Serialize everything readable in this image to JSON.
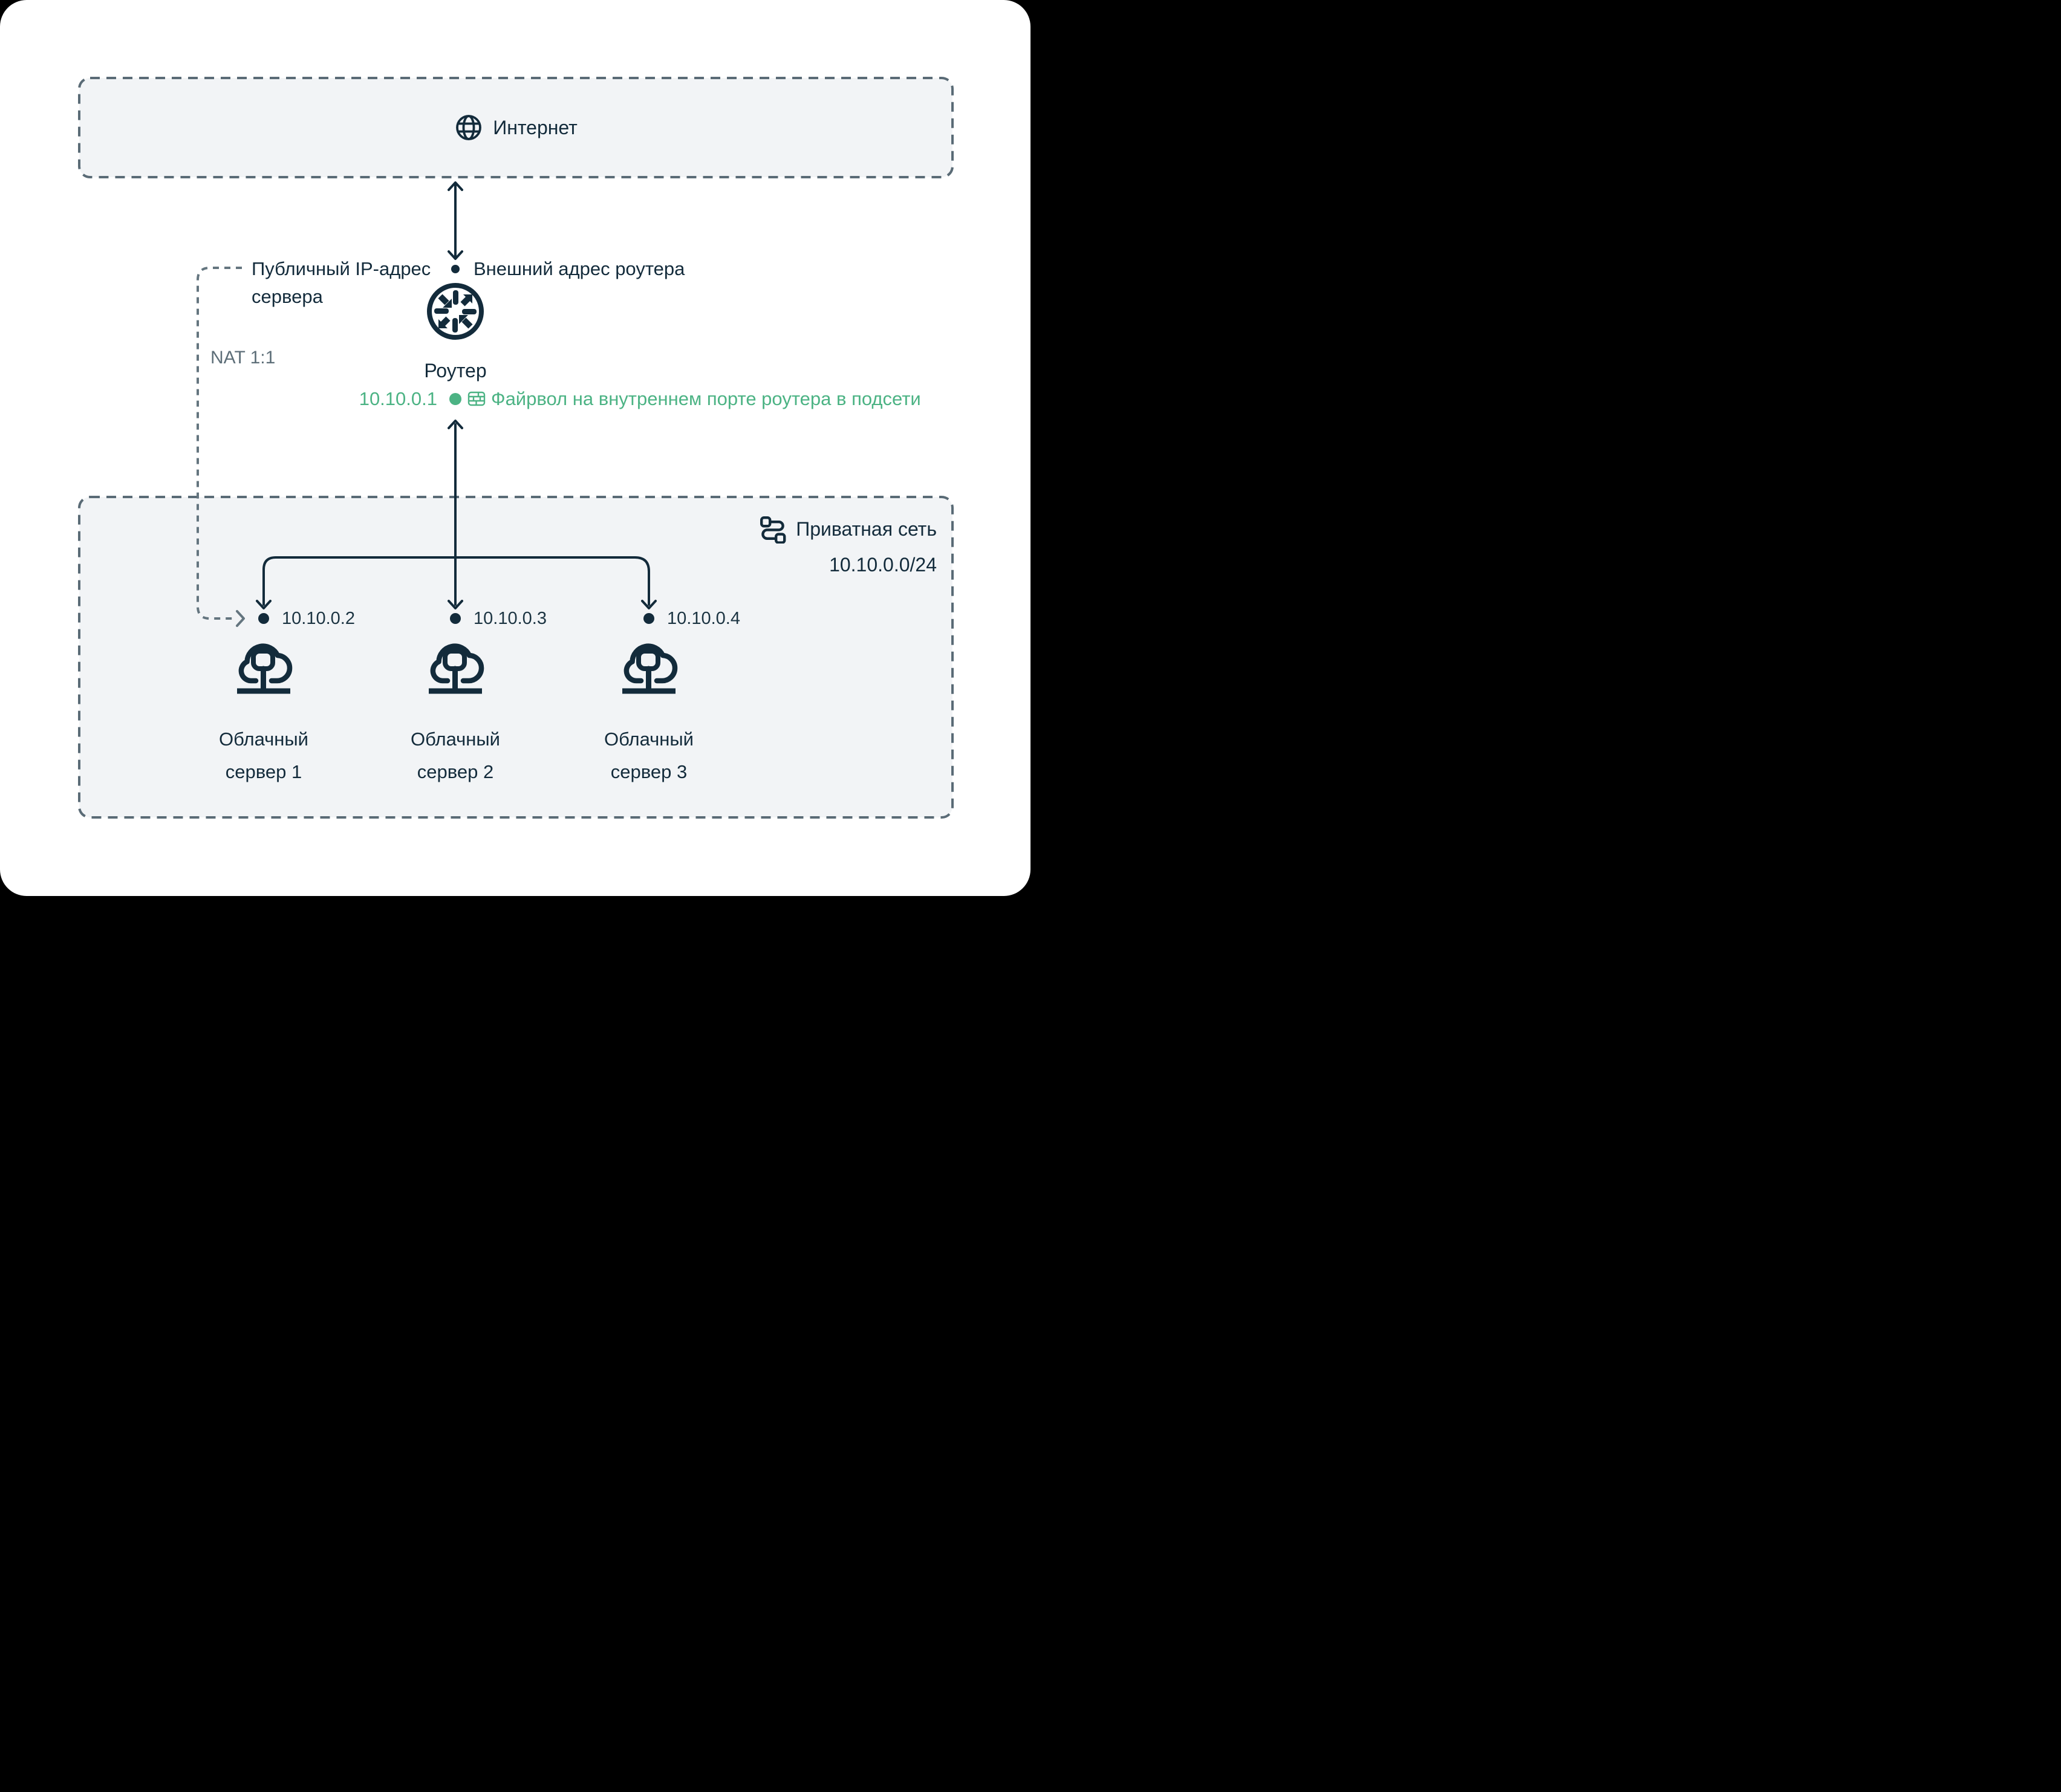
{
  "colors": {
    "dark": "#132B3B",
    "green": "#4CB384",
    "gray_dash": "#64757F",
    "gray_text": "#5D6E78",
    "box_fill": "#F2F4F6",
    "box_border": "#5A6B76"
  },
  "internet": {
    "label": "Интернет"
  },
  "router": {
    "label": "Роутер",
    "external_address_label": "Внешний адрес роутера",
    "public_ip_line1": "Публичный IP-адрес",
    "public_ip_line2": "сервера",
    "internal_ip": "10.10.0.1",
    "firewall_label": "Файрвол на внутреннем порте роутера в подсети"
  },
  "nat": {
    "label": "NAT 1:1"
  },
  "private_network": {
    "label": "Приватная сеть",
    "cidr": "10.10.0.0/24"
  },
  "servers": [
    {
      "ip": "10.10.0.2",
      "name_line1": "Облачный",
      "name_line2": "сервер 1"
    },
    {
      "ip": "10.10.0.3",
      "name_line1": "Облачный",
      "name_line2": "сервер 2"
    },
    {
      "ip": "10.10.0.4",
      "name_line1": "Облачный",
      "name_line2": "сервер 3"
    }
  ]
}
